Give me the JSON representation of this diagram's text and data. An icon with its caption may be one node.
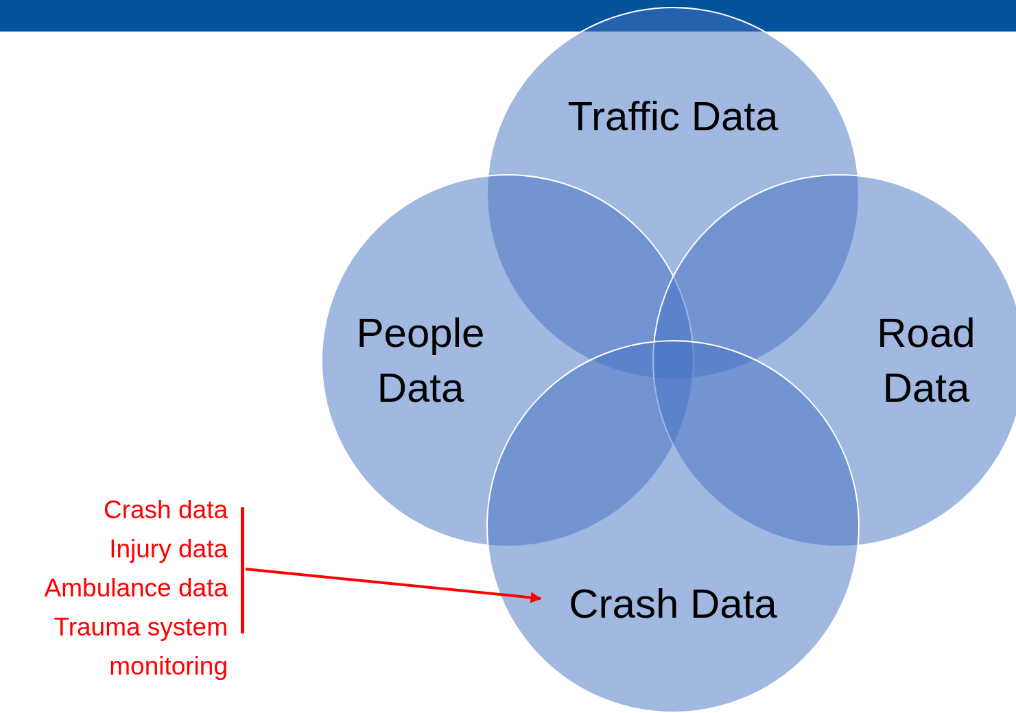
{
  "diagram": {
    "nodes": [
      {
        "text": [
          "Traffic Data"
        ]
      },
      {
        "text": [
          "People Data"
        ]
      },
      {
        "text": [
          "Road Data"
        ]
      },
      {
        "text": [
          "Crash Data"
        ]
      },
      {
        "text": [
          "Crash data",
          "Injury data",
          "Ambulance data",
          "Trauma system monitoring"
        ]
      }
    ],
    "edges": [
      {
        "from": 4,
        "to": 3,
        "arrow": "to",
        "color": "#ff0000"
      }
    ]
  }
}
